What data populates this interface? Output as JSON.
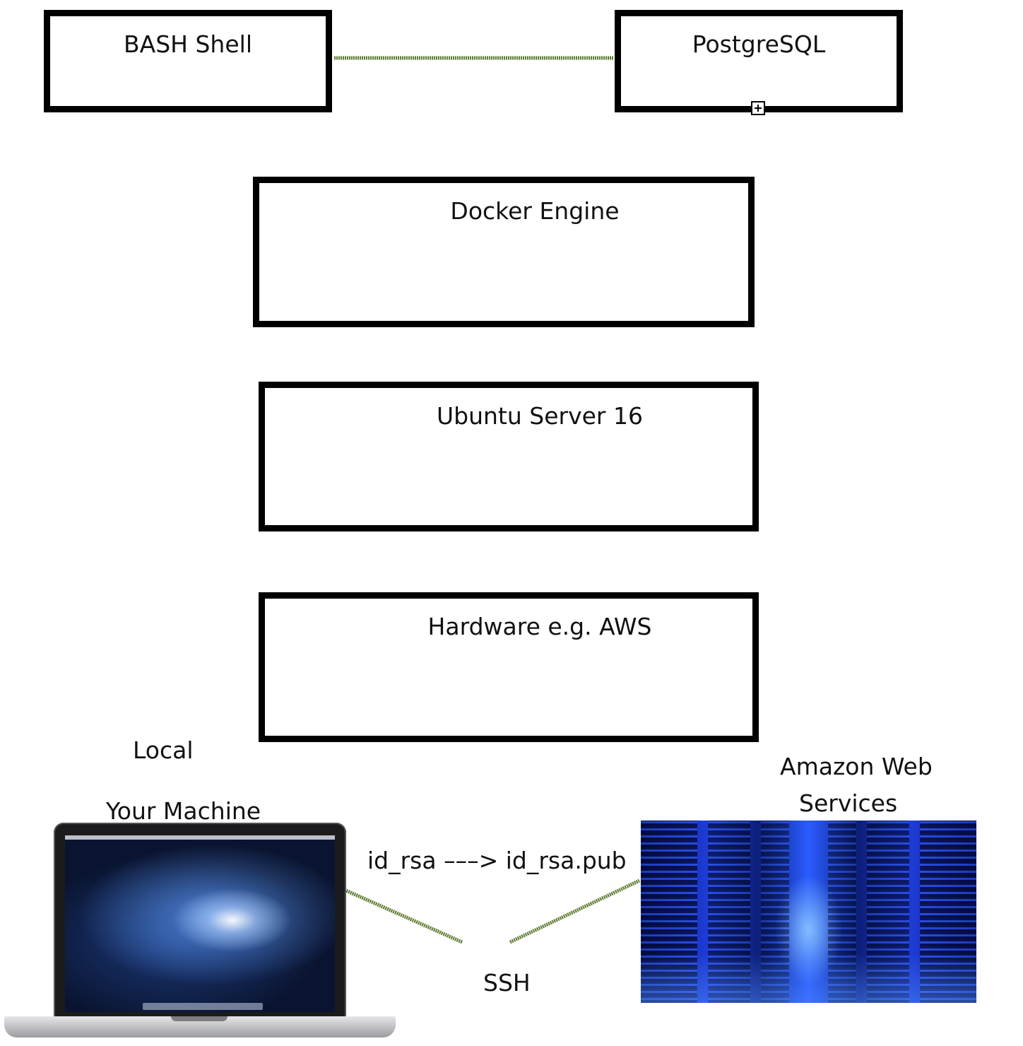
{
  "boxes": {
    "bash": "BASH Shell",
    "postgres": "PostgreSQL",
    "docker": "Docker Engine",
    "ubuntu": "Ubuntu Server 16",
    "hardware": "Hardware e.g. AWS"
  },
  "labels": {
    "local": "Local",
    "your_machine": "Your Machine",
    "aws_line1": "Amazon  Web",
    "aws_line2": "Services",
    "keys": "id_rsa –––> id_rsa.pub",
    "ssh": "SSH"
  },
  "icons": {
    "laptop": "laptop-icon",
    "datacenter": "server-room-icon",
    "expand": "expand-plus-icon"
  },
  "colors": {
    "box_border": "#000000",
    "connector": "#5e7a2e"
  }
}
